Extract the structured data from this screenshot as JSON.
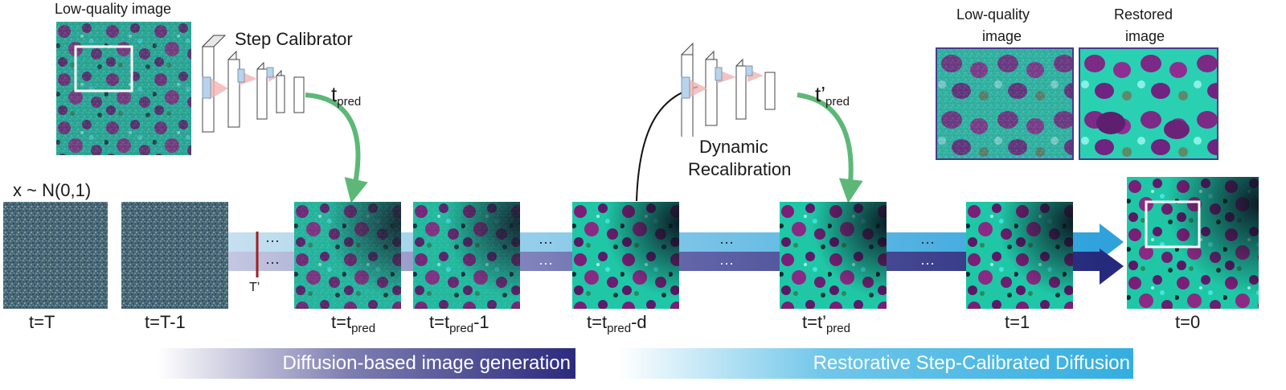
{
  "top_left": {
    "caption": "Low-quality image",
    "network_label": "Step Calibrator",
    "tpred_base": "t",
    "tpred_sub": "pred"
  },
  "recal": {
    "label_line1": "Dynamic",
    "label_line2": "Recalibration",
    "tpred_base": "t’",
    "tpred_sub": "pred"
  },
  "inset": {
    "left_line1": "Low-quality",
    "left_line2": "image",
    "right_line1": "Restored",
    "right_line2": "image"
  },
  "noise_label": "x ~ N(0,1)",
  "tprime": "T’",
  "ellipsis": "···",
  "frames": [
    {
      "base": "t=T",
      "sub": "",
      "tail": ""
    },
    {
      "base": "t=T-1",
      "sub": "",
      "tail": ""
    },
    {
      "base": "t=t",
      "sub": "pred",
      "tail": ""
    },
    {
      "base": "t=t",
      "sub": "pred",
      "tail": "-1"
    },
    {
      "base": "t=t",
      "sub": "pred",
      "tail": "-d"
    },
    {
      "base": "t=t’",
      "sub": "pred",
      "tail": ""
    },
    {
      "base": "t=1",
      "sub": "",
      "tail": ""
    },
    {
      "base": "t=0",
      "sub": "",
      "tail": ""
    }
  ],
  "bands": {
    "left": "Diffusion-based image generation",
    "right": "Restorative Step-Calibrated Diffusion"
  },
  "colors": {
    "dark_band": "#2b2a7e",
    "light_band": "#33aee0",
    "arrow_green": "#5db878",
    "marker_red": "#a31f1f"
  }
}
